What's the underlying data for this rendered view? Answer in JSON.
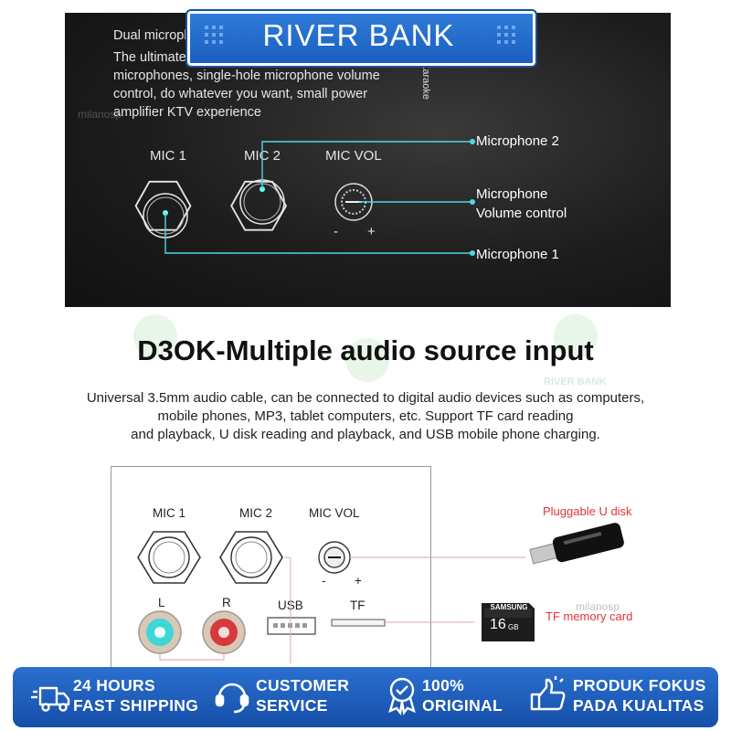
{
  "banner": {
    "title": "RIVER BANK"
  },
  "top_panel": {
    "heading": "Dual microph",
    "description": [
      "The ultimate karaoke experience with dual",
      "microphones, single-hole microphone volume",
      "control, do whatever you want, small power",
      "amplifier KTV experience"
    ],
    "karaoke_tag": "Karaoke",
    "labels": {
      "mic1": "MIC 1",
      "mic2": "MIC 2",
      "micvol": "MIC VOL",
      "minus": "-",
      "plus": "+"
    },
    "callouts": {
      "mic2": "Microphone 2",
      "vol_line1": "Microphone",
      "vol_line2": "Volume control",
      "mic1": "Microphone 1"
    }
  },
  "section": {
    "title": "D3OK-Multiple audio source input",
    "paragraph": [
      "Universal 3.5mm audio cable, can be connected to digital audio devices such as computers,",
      "mobile phones, MP3, tablet computers, etc. Support TF card reading",
      "and playback, U disk reading and playback, and USB mobile phone charging."
    ]
  },
  "bottom_panel": {
    "labels": {
      "mic1": "MIC 1",
      "mic2": "MIC 2",
      "micvol": "MIC VOL",
      "minus": "-",
      "plus": "+",
      "l": "L",
      "r": "R",
      "usb": "USB",
      "tf": "TF"
    },
    "udisk_label": "Pluggable U disk",
    "tf_label": "TF memory card",
    "sd_brand": "SAMSUNG",
    "sd_size": "16",
    "sd_suffix": "GB"
  },
  "watermarks": {
    "brand": "RIVER BANK",
    "shop": "milanosp"
  },
  "footer": {
    "items": [
      {
        "line1": "24 HOURS",
        "line2": "FAST SHIPPING",
        "icon": "truck-icon"
      },
      {
        "line1": "CUSTOMER",
        "line2": "SERVICE",
        "icon": "headset-icon"
      },
      {
        "line1": "100%",
        "line2": "ORIGINAL",
        "icon": "badge-icon"
      },
      {
        "line1": "PRODUK FOKUS",
        "line2": "PADA KUALITAS",
        "icon": "thumbs-up-icon"
      }
    ]
  },
  "colors": {
    "banner_blue": "#1a5fc0",
    "footer_blue": "#1d5bb8",
    "callout_red": "#e0323b",
    "jack_teal": "#3fd6d6",
    "jack_red": "#d63a3a"
  }
}
